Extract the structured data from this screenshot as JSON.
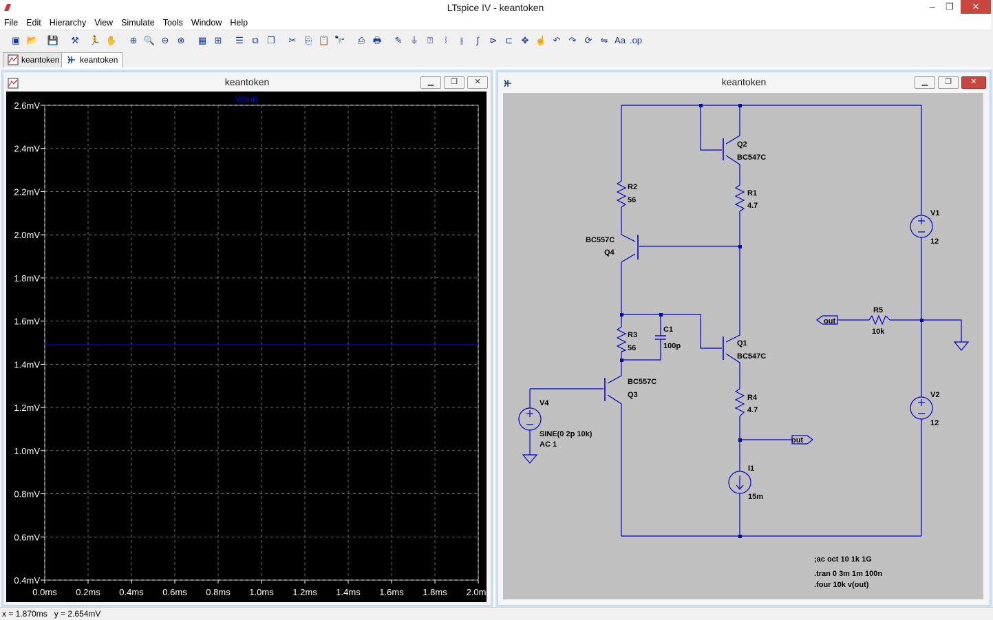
{
  "window": {
    "title": "LTspice IV - keantoken",
    "min": "–",
    "restore": "❐",
    "close": "✕"
  },
  "menu": [
    "File",
    "Edit",
    "Hierarchy",
    "View",
    "Simulate",
    "Tools",
    "Window",
    "Help"
  ],
  "toolbar_icons": [
    "new-schematic",
    "open",
    "save",
    "control-panel",
    "run",
    "halt",
    "zoom-in",
    "zoom-area",
    "zoom-out",
    "zoom-fit",
    "tile-horizontal",
    "tile-vertical",
    "cascade",
    "cut",
    "copy",
    "paste",
    "find",
    "print-setup",
    "print",
    "draw-wire",
    "ground",
    "label-net",
    "resistor",
    "capacitor",
    "inductor",
    "diode",
    "component",
    "move",
    "drag",
    "undo",
    "redo",
    "rotate",
    "mirror",
    "text",
    "spice-directive"
  ],
  "tabs": [
    {
      "label": "keantoken",
      "icon": "waveform-icon",
      "active": false
    },
    {
      "label": "keantoken",
      "icon": "schematic-icon",
      "active": true
    }
  ],
  "plot_window": {
    "title": "keantoken",
    "trace_label": "V(out)"
  },
  "schematic_window": {
    "title": "keantoken"
  },
  "chart_data": {
    "type": "line",
    "series": [
      {
        "name": "V(out)",
        "x": [
          0.0,
          2.0
        ],
        "y": [
          1.49,
          1.49
        ],
        "color": "#0000ff"
      }
    ],
    "xlim": [
      0.0,
      2.0
    ],
    "ylim": [
      0.4,
      2.6
    ],
    "x_ticks": [
      "0.0ms",
      "0.2ms",
      "0.4ms",
      "0.6ms",
      "0.8ms",
      "1.0ms",
      "1.2ms",
      "1.4ms",
      "1.6ms",
      "1.8ms",
      "2.0ms"
    ],
    "y_ticks": [
      "0.4mV",
      "0.6mV",
      "0.8mV",
      "1.0mV",
      "1.2mV",
      "1.4mV",
      "1.6mV",
      "1.8mV",
      "2.0mV",
      "2.2mV",
      "2.4mV",
      "2.6mV"
    ],
    "grid": true,
    "background": "#000000"
  },
  "schematic": {
    "Q2": {
      "name": "Q2",
      "model": "BC547C"
    },
    "R1": {
      "name": "R1",
      "value": "4.7"
    },
    "R2": {
      "name": "R2",
      "value": "56"
    },
    "Q4": {
      "name": "Q4",
      "model": "BC557C"
    },
    "R3": {
      "name": "R3",
      "value": "56"
    },
    "C1": {
      "name": "C1",
      "value": "100p"
    },
    "Q1": {
      "name": "Q1",
      "model": "BC547C"
    },
    "Q3": {
      "name": "Q3",
      "model": "BC557C"
    },
    "R4": {
      "name": "R4",
      "value": "4.7"
    },
    "V4": {
      "name": "V4",
      "value": "SINE(0 2p 10k)",
      "ac": "AC 1"
    },
    "I1": {
      "name": "I1",
      "value": "15m"
    },
    "V1": {
      "name": "V1",
      "value": "12"
    },
    "V2": {
      "name": "V2",
      "value": "12"
    },
    "R5": {
      "name": "R5",
      "value": "10k"
    },
    "net_out_1": "out",
    "net_out_2": "out",
    "directives": [
      ";ac oct 10 1k 1G",
      ".tran 0 3m 1m 100n",
      ".four 10k v(out)"
    ],
    "wire_color": "#0000cc",
    "background": "#c0c0c0"
  },
  "status": {
    "x": "x = 1.870ms",
    "y": "y = 2.654mV"
  }
}
